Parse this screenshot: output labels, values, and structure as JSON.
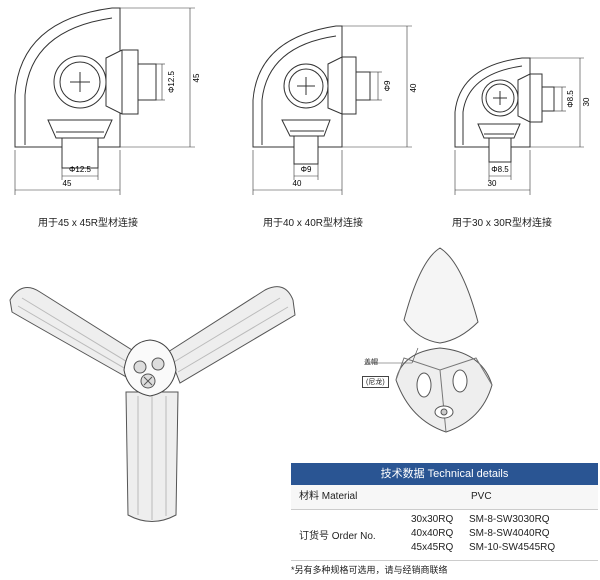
{
  "drawings": [
    {
      "caption": "用于45 x 45R型材连接",
      "bore_horizontal": "Φ12.5",
      "bore_vertical": "Φ12.5",
      "height": "45",
      "width": "45"
    },
    {
      "caption": "用于40 x 40R型材连接",
      "bore_horizontal": "Φ9",
      "bore_vertical": "Φ9",
      "height": "40",
      "width": "40"
    },
    {
      "caption": "用于30 x 30R型材连接",
      "bore_horizontal": "Φ8.5",
      "bore_vertical": "Φ8.5",
      "height": "30",
      "width": "30"
    }
  ],
  "cap_callout": {
    "line1": "盖帽",
    "line2": "(尼龙)"
  },
  "table": {
    "title": "技术数据 Technical details",
    "material_label": "材料 Material",
    "material_value": "PVC",
    "order_label": "订货号 Order No.",
    "orders": [
      {
        "size": "30x30RQ",
        "code": "SM-8-SW3030RQ"
      },
      {
        "size": "40x40RQ",
        "code": "SM-8-SW4040RQ"
      },
      {
        "size": "45x45RQ",
        "code": "SM-10-SW4545RQ"
      }
    ]
  },
  "note": "*另有多种规格可选用，请与经销商联络"
}
